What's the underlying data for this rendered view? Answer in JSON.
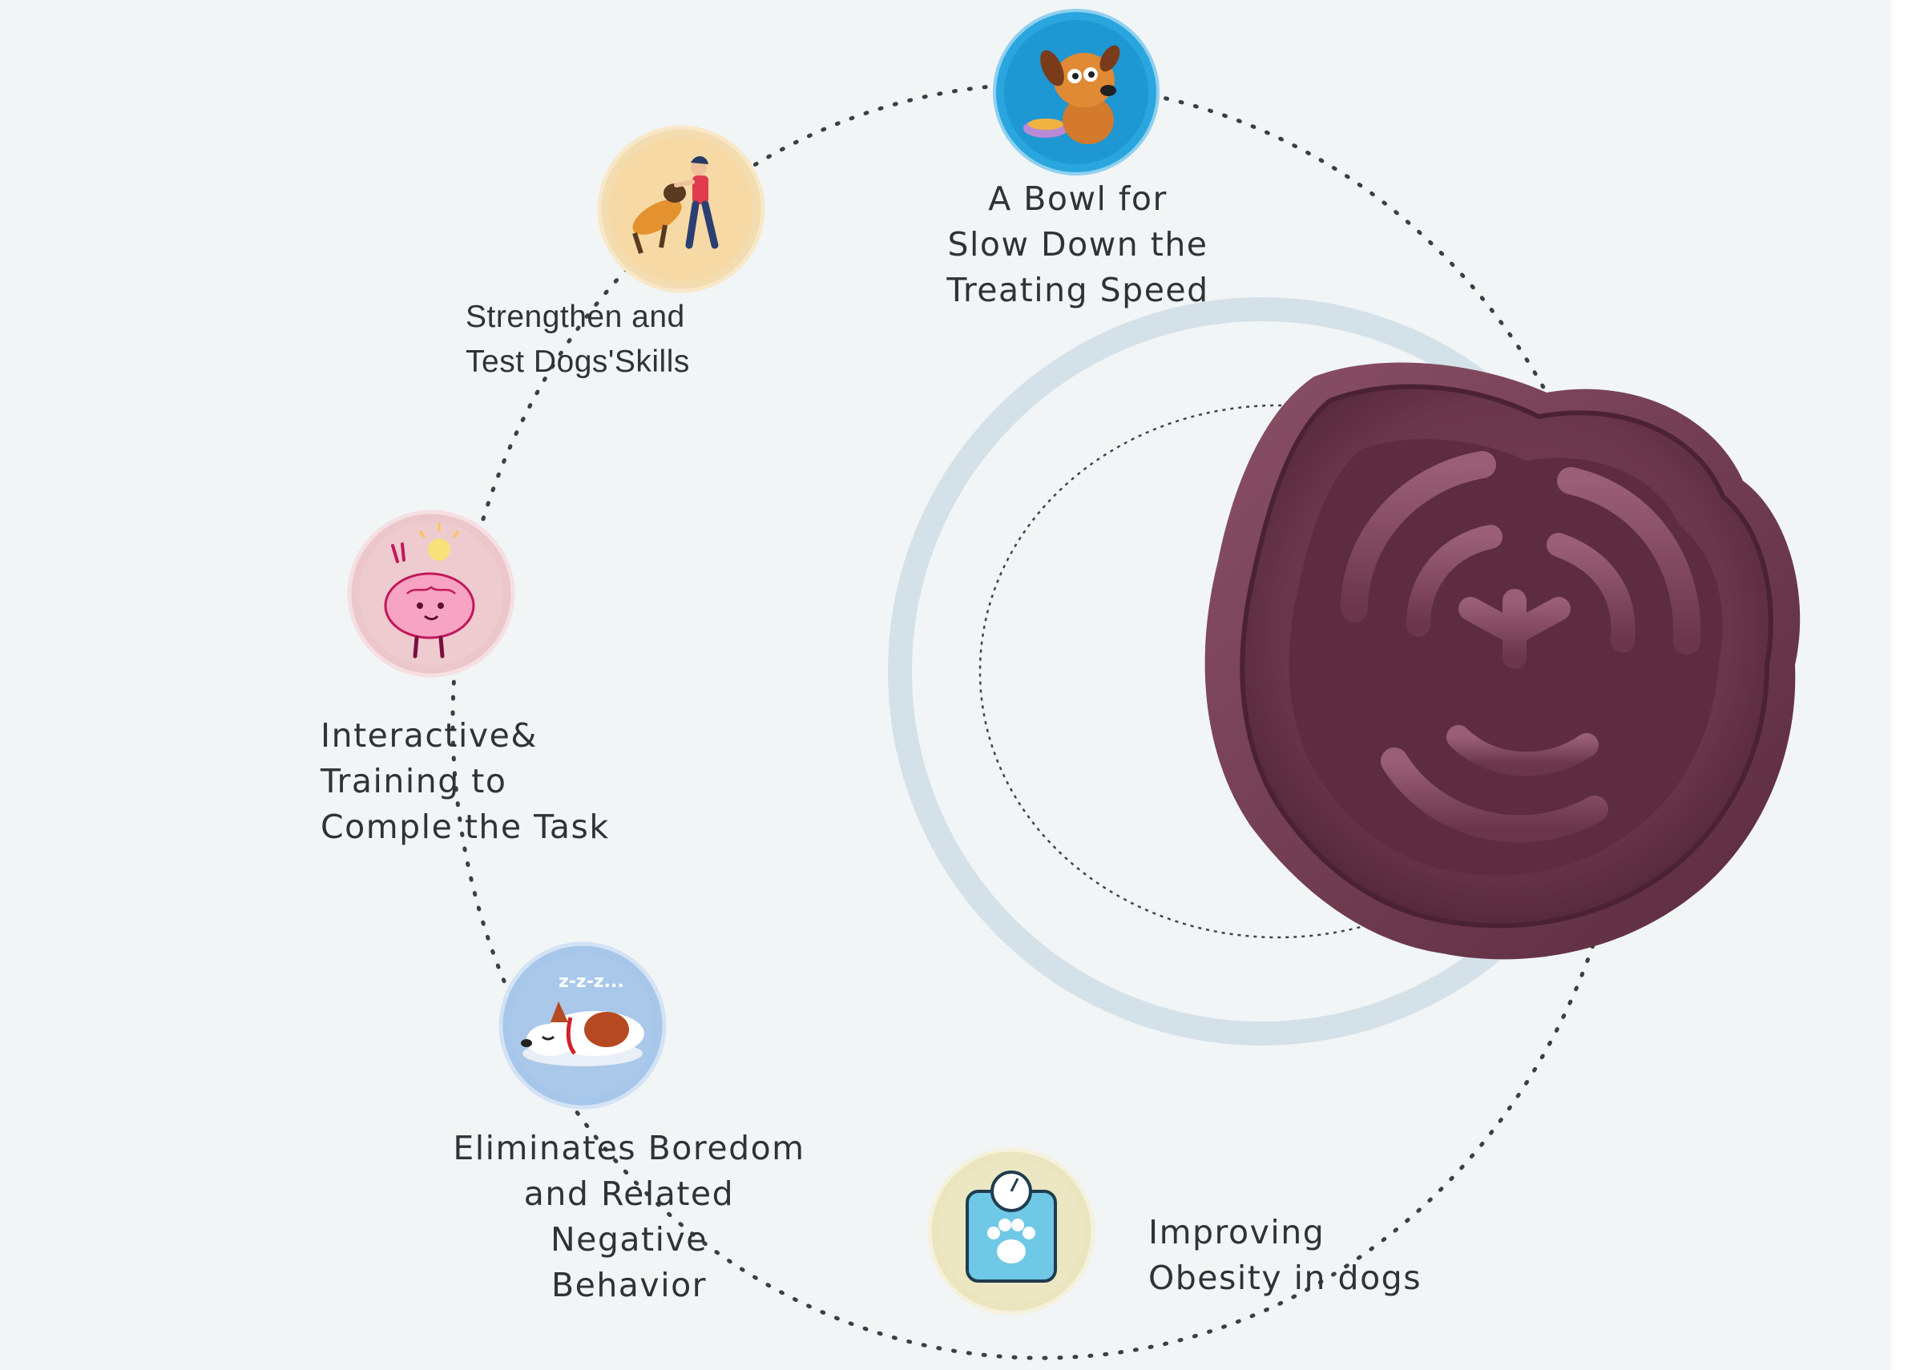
{
  "features": [
    {
      "id": "slow-down",
      "label": "A Bowl for\nSlow Down the\nTreating Speed",
      "icon": "puppy-with-bowl-icon",
      "badge_color": "#1f9ed9"
    },
    {
      "id": "strengthen",
      "label": "Strengthen and\nTest Dogs'Skills",
      "icon": "dog-training-icon",
      "badge_color": "#f6d9a4"
    },
    {
      "id": "interactive",
      "label": "Interactive&\nTraining to\nComple the Task",
      "icon": "brain-idea-icon",
      "badge_color": "#eecbcf"
    },
    {
      "id": "boredom",
      "label": "Eliminates Boredom\nand Related Negative\nBehavior",
      "icon": "sleeping-dog-icon",
      "badge_color": "#a9c8ea"
    },
    {
      "id": "obesity",
      "label": "Improving\nObesity in dogs",
      "icon": "paw-weight-scale-icon",
      "badge_color": "#ece7c2"
    }
  ],
  "product": {
    "name": "slow-feeder-bowl",
    "color": "#6e3a4d"
  }
}
